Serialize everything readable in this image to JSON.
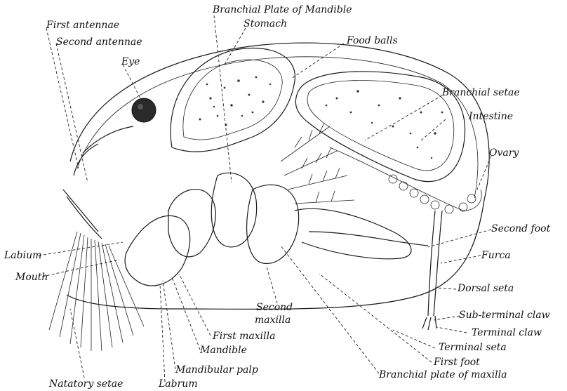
{
  "labels": {
    "first_antennae": "First antennae",
    "second_antennae": "Second antennae",
    "eye": "Eye",
    "branchial_plate_mandible": "Branchial Plate of Mandible",
    "stomach": "Stomach",
    "food_balls": "Food balls",
    "branchial_setae": "Branchial setae",
    "intestine": "Intestine",
    "ovary": "Ovary",
    "second_foot": "Second foot",
    "furca": "Furca",
    "dorsal_seta": "Dorsal seta",
    "sub_terminal_claw": "Sub-terminal claw",
    "terminal_claw": "Terminal claw",
    "terminal_seta": "Terminal seta",
    "first_foot": "First foot",
    "branchial_plate_maxilla": "Branchial plate of maxilla",
    "second_maxilla_line1": "Second",
    "second_maxilla_line2": "maxilla",
    "first_maxilla": "First maxilla",
    "mandible": "Mandible",
    "mandibular_palp": "Mandibular palp",
    "labrum": "Labrum",
    "natatory_setae": "Natatory setae",
    "mouth": "Mouth",
    "labium": "Labium"
  }
}
